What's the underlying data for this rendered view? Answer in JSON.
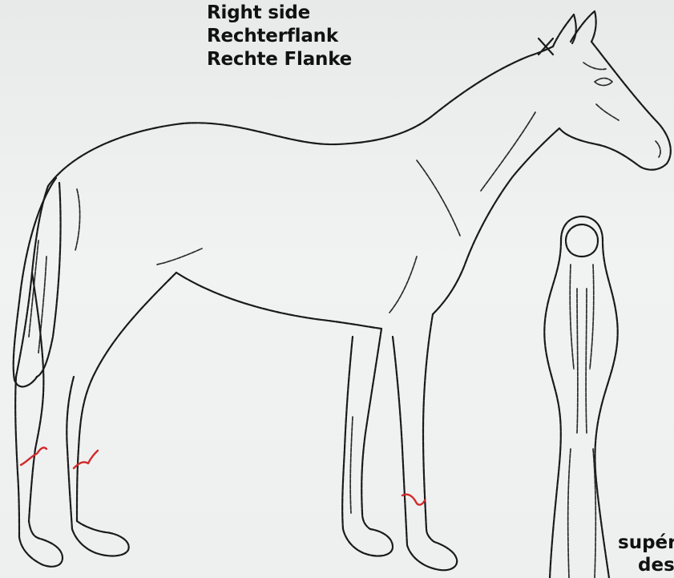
{
  "labels": {
    "line1": "Right side",
    "line2": "Rechterflank",
    "line3": "Rechte Flanke"
  },
  "cropped_text": {
    "line1": "supér",
    "line2": "des"
  },
  "colors": {
    "outline": "#1a1a1a",
    "marking": "#d22a2a"
  },
  "figures": {
    "horse": "horse-right-side-outline",
    "leg": "leg-front-view-outline"
  }
}
